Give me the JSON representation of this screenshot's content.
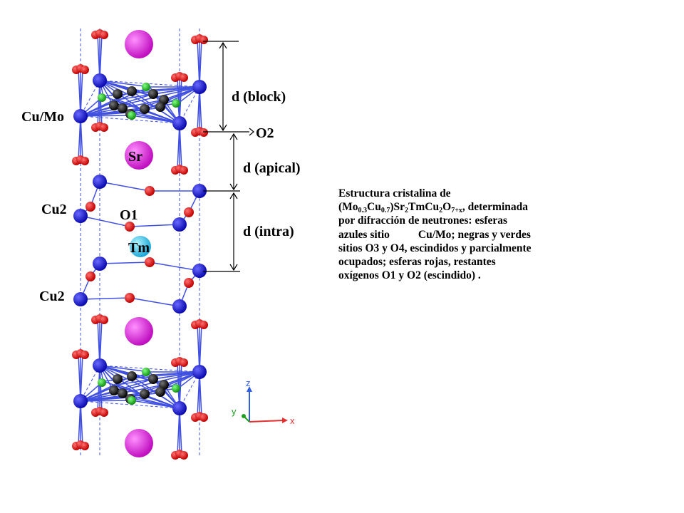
{
  "labels": {
    "cu_mo": "Cu/Mo",
    "sr": "Sr",
    "o1": "O1",
    "tm": "Tm",
    "cu2_upper": "Cu2",
    "cu2_lower": "Cu2",
    "o2": "O2",
    "d_block": "d (block)",
    "d_apical": "d (apical)",
    "d_intra": "d (intra)"
  },
  "axes": {
    "z": "z",
    "y": "y",
    "x": "x"
  },
  "caption": {
    "line1": "Estructura cristalina de",
    "formula": {
      "open": "(Mo",
      "s1": "0.3",
      "cu": "Cu",
      "s2": "0.7",
      "sr": ")Sr",
      "s3": "2",
      "tm": "TmCu",
      "s4": "2",
      "o": "O",
      "s5": "7+x",
      "rest": ", determinada"
    },
    "line3": "por difracción de neutrones: esferas",
    "line4a": "azules sitio",
    "line4b": "Cu/Mo;  negras y verdes",
    "line5": "sitios O3 y O4, escindidos y parcialmente",
    "line6": "ocupados; esferas rojas, restantes",
    "line7": "oxígenos  O1 y O2 (escindido) ."
  },
  "colors": {
    "cu": "#1010d0",
    "o": "#e01010",
    "sr": "#d020d0",
    "tm": "#30c0e0",
    "o3": "#101010",
    "o4": "#20a020",
    "bond": "#4050e0"
  }
}
